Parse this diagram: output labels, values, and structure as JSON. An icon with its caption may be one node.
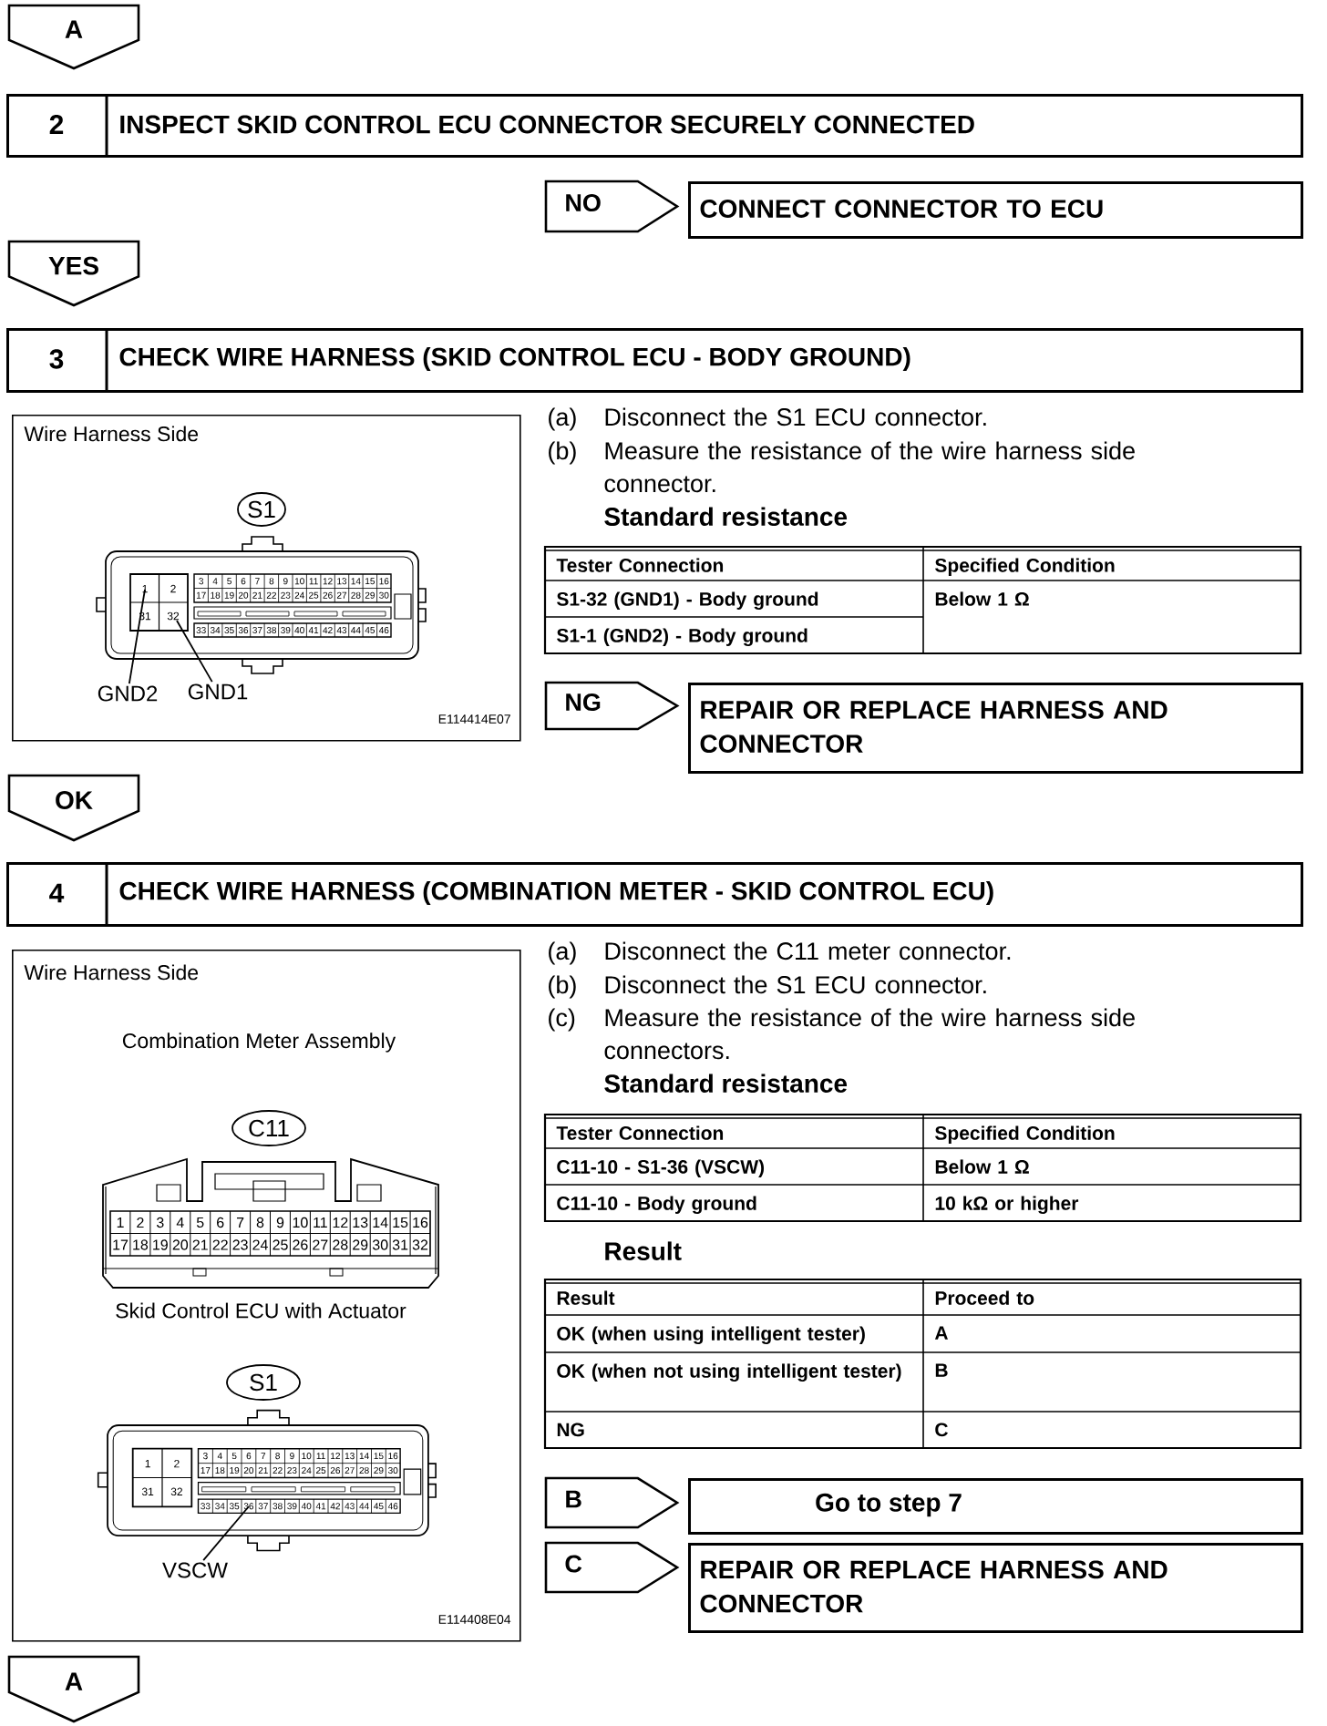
{
  "diagram": {
    "nodes": [
      {
        "text": [
          "A"
        ]
      },
      {
        "text": [
          "2",
          "INSPECT SKID CONTROL ECU CONNECTOR SECURELY CONNECTED"
        ]
      },
      {
        "text": [
          "NO"
        ]
      },
      {
        "text": [
          "CONNECT CONNECTOR TO ECU"
        ]
      },
      {
        "text": [
          "YES"
        ]
      },
      {
        "text": [
          "3",
          "CHECK WIRE HARNESS (SKID CONTROL ECU - BODY GROUND)"
        ]
      },
      {
        "text": [
          "Wire Harness Side",
          "E114414E07"
        ]
      },
      {
        "text": [
          "S1"
        ],
        "in": 6
      },
      {
        "text": [
          "GND2"
        ],
        "in": 6
      },
      {
        "text": [
          "GND1"
        ],
        "in": 6
      },
      {
        "text": [
          "NG"
        ]
      },
      {
        "text": [
          "REPAIR OR REPLACE HARNESS AND CONNECTOR"
        ]
      },
      {
        "text": [
          "OK"
        ]
      },
      {
        "text": [
          "4",
          "CHECK WIRE HARNESS (COMBINATION METER - SKID CONTROL ECU)"
        ]
      },
      {
        "text": [
          "Wire Harness Side",
          "Combination Meter Assembly",
          "Skid Control ECU with Actuator",
          "E114408E04"
        ]
      },
      {
        "text": [
          "C11"
        ],
        "in": 14
      },
      {
        "text": [
          "S1"
        ],
        "in": 14
      },
      {
        "text": [
          "VSCW"
        ],
        "in": 14
      },
      {
        "text": [
          "B"
        ]
      },
      {
        "text": [
          "Go to step 7"
        ]
      },
      {
        "text": [
          "C"
        ]
      },
      {
        "text": [
          "REPAIR OR REPLACE HARNESS AND CONNECTOR"
        ]
      },
      {
        "text": [
          "A"
        ]
      },
      {
        "text": [],
        "shape": "picture",
        "in": 6
      },
      {
        "text": [],
        "shape": "picture",
        "in": 14
      },
      {
        "text": [],
        "shape": "picture",
        "in": 14
      }
    ],
    "edges": [
      {
        "from": 8,
        "to": 23,
        "arrow": "none"
      },
      {
        "from": 9,
        "to": 23,
        "arrow": "none"
      },
      {
        "from": 17,
        "to": 25,
        "arrow": "none"
      }
    ],
    "labels": [
      "(a)",
      "Disconnect the S1 ECU connector.",
      "(b)",
      "Measure the resistance of the wire harness side connector.",
      "Standard resistance",
      "Tester Connection",
      "Specified Condition",
      "S1-32 (GND1) - Body ground",
      "Below 1 Ω",
      "S1-1 (GND2) - Body ground",
      "1",
      "2",
      "3",
      "4",
      "5",
      "6",
      "7",
      "8",
      "9",
      "10",
      "11",
      "12",
      "13",
      "14",
      "15",
      "16",
      "17",
      "18",
      "19",
      "20",
      "21",
      "22",
      "23",
      "24",
      "25",
      "26",
      "27",
      "28",
      "29",
      "30",
      "31",
      "32",
      "33",
      "34",
      "35",
      "36",
      "37",
      "38",
      "39",
      "40",
      "41",
      "42",
      "43",
      "44",
      "45",
      "46",
      "(a)",
      "Disconnect the C11 meter connector.",
      "(b)",
      "Disconnect the S1 ECU connector.",
      "(c)",
      "Measure the resistance of the wire harness side connectors.",
      "Standard resistance",
      "Tester Connection",
      "Specified Condition",
      "C11-10 - S1-36 (VSCW)",
      "Below 1 Ω",
      "C11-10 - Body ground",
      "10 kΩ or higher",
      "Result",
      "Result",
      "Proceed to",
      "OK (when using intelligent tester)",
      "A",
      "OK (when not using intelligent tester)",
      "B",
      "NG",
      "C",
      "1",
      "2",
      "3",
      "4",
      "5",
      "6",
      "7",
      "8",
      "9",
      "10",
      "11",
      "12",
      "13",
      "14",
      "15",
      "16",
      "17",
      "18",
      "19",
      "20",
      "21",
      "22",
      "23",
      "24",
      "25",
      "26",
      "27",
      "28",
      "29",
      "30",
      "31",
      "32",
      "1",
      "2",
      "3",
      "4",
      "5",
      "6",
      "7",
      "8",
      "9",
      "10",
      "11",
      "12",
      "13",
      "14",
      "15",
      "16",
      "17",
      "18",
      "19",
      "20",
      "21",
      "22",
      "23",
      "24",
      "25",
      "26",
      "27",
      "28",
      "29",
      "30",
      "31",
      "32",
      "33",
      "34",
      "35",
      "36",
      "37",
      "38",
      "39",
      "40",
      "41",
      "42",
      "43",
      "44",
      "45",
      "46"
    ]
  }
}
